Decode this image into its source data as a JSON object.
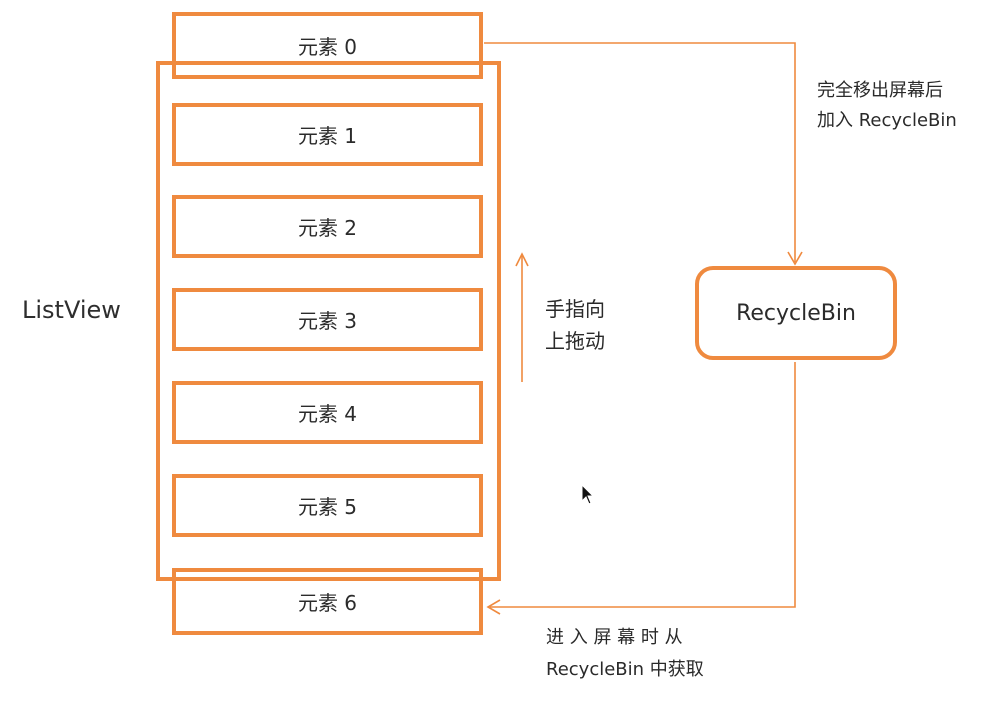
{
  "diagram": {
    "listview_label": "ListView",
    "items": [
      {
        "label": "元素 0"
      },
      {
        "label": "元素 1"
      },
      {
        "label": "元素 2"
      },
      {
        "label": "元素 3"
      },
      {
        "label": "元素 4"
      },
      {
        "label": "元素 5"
      },
      {
        "label": "元素 6"
      }
    ],
    "drag_hint": {
      "line1": "手指向",
      "line2": "上拖动"
    },
    "recycle_bin_label": "RecycleBin",
    "remove_note": {
      "line1": "完全移出屏幕后",
      "line2": "加入 RecycleBin"
    },
    "enter_note": {
      "line1": "进 入 屏 幕 时 从",
      "line2": "RecycleBin 中获取"
    },
    "colors": {
      "accent": "#ef8a3f",
      "text": "#2b2b2b",
      "background": "#ffffff"
    },
    "icons": {
      "cursor": "mouse-pointer-icon",
      "drag_arrow": "up-arrow-icon"
    }
  }
}
